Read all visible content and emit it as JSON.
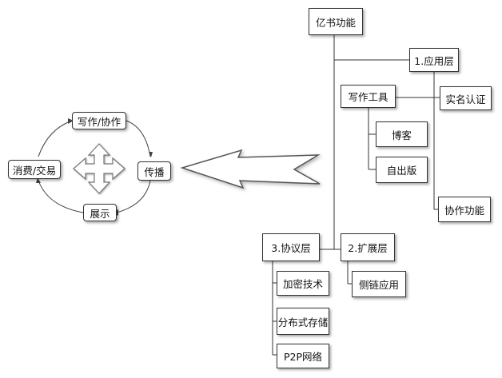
{
  "cycle": {
    "top": "写作/协作",
    "right": "传播",
    "bottom": "展示",
    "left": "消费/交易"
  },
  "tree": {
    "root": "亿书功能",
    "app_layer": "1.应用层",
    "writing_tools": "写作工具",
    "real_name": "实名认证",
    "blog": "博客",
    "self_publish": "自出版",
    "collab": "协作功能",
    "protocol_layer": "3.协议层",
    "ext_layer": "2.扩展层",
    "sidechain": "侧链应用",
    "encrypt": "加密技术",
    "distributed": "分布式存储",
    "p2p": "P2P网络"
  },
  "colors": {
    "line": "#333333",
    "arrow_fill": "#ffffff",
    "arrow_stroke": "#555555"
  },
  "icons": {
    "four_way_arrow": "four-way-arrow-icon",
    "big_left_arrow": "big-left-arrow-icon"
  }
}
